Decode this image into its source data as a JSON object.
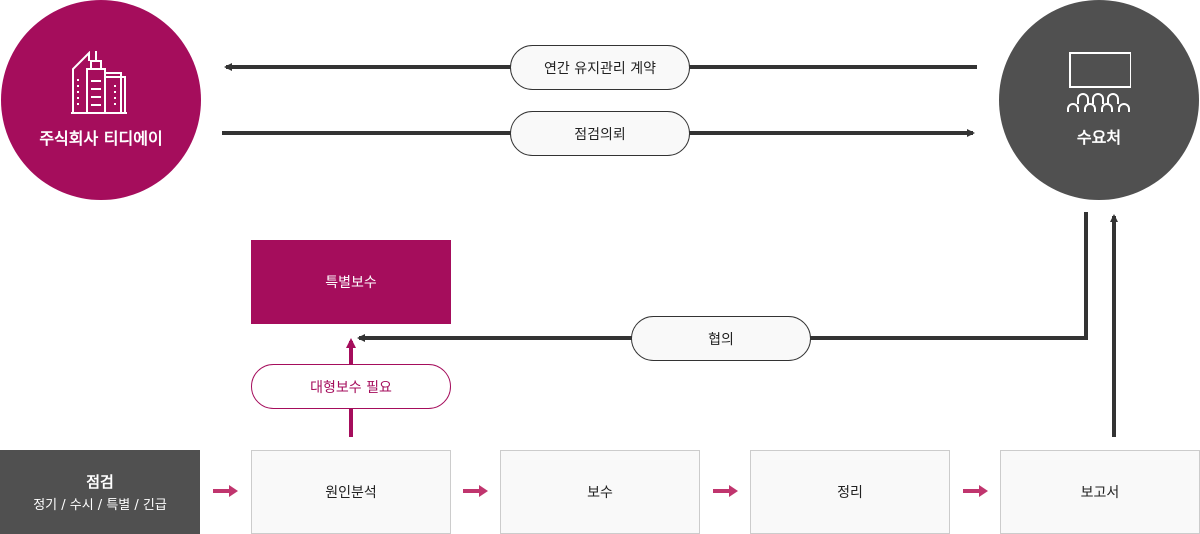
{
  "company": {
    "label": "주식회사 티디에이",
    "icon": "buildings-icon"
  },
  "client": {
    "label": "수요처",
    "icon": "audience-screen-icon"
  },
  "flows": {
    "annual_contract": "연간 유지관리 계약",
    "inspection_request": "점검의뢰",
    "consultation": "협의",
    "major_repair_needed": "대형보수 필요"
  },
  "special_repair": "특별보수",
  "steps": {
    "inspection_title": "점검",
    "inspection_types": "정기 / 수시 / 특별 / 긴급",
    "cause_analysis": "원인분석",
    "repair": "보수",
    "cleanup": "정리",
    "report": "보고서"
  },
  "colors": {
    "brand": "#a50d5c",
    "dark": "#505050",
    "arrow_pink": "#c0356e",
    "line": "#333333"
  }
}
